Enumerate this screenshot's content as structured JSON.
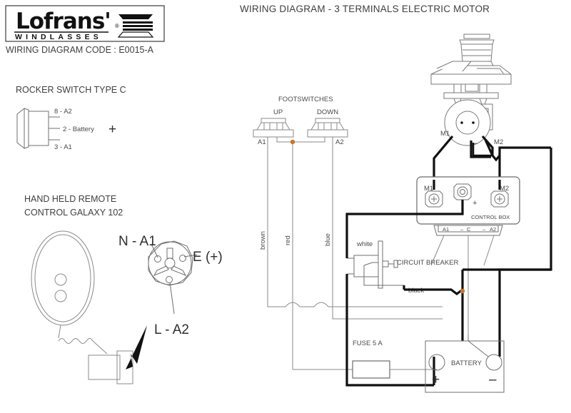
{
  "document": {
    "title": "WIRING DIAGRAM - 3 TERMINALS  ELECTRIC  MOTOR",
    "code_label": "WIRING DIAGRAM CODE : E0015-A"
  },
  "brand": {
    "name": "Lofrans'",
    "subtitle": "WINDLASSES",
    "mark": "®",
    "icon": "windlass-drum-icon"
  },
  "rocker_switch": {
    "heading": "ROCKER SWITCH TYPE C",
    "terminals": [
      {
        "label": "8 - A2"
      },
      {
        "label": "2 - Battery"
      },
      {
        "label": "3 - A1"
      }
    ],
    "plus_sign": "+"
  },
  "remote": {
    "heading_line1": "HAND HELD REMOTE",
    "heading_line2": "CONTROL GALAXY 102",
    "socket_pins": [
      {
        "label": "N - A1"
      },
      {
        "label": "E (+)"
      },
      {
        "label": "L - A2"
      }
    ]
  },
  "footswitches": {
    "heading": "FOOTSWITCHES",
    "up_label": "UP",
    "down_label": "DOWN",
    "terminal_a1": "A1",
    "terminal_a2": "A2"
  },
  "wires": {
    "brown": "brown",
    "red": "red",
    "blue": "blue",
    "white": "white",
    "black": "black"
  },
  "control_box": {
    "label": "CONTROL BOX",
    "terminal_m1": "M1",
    "terminal_m2": "M2",
    "terminal_plus": "+",
    "connector_pins": [
      "A1",
      "C",
      "A2"
    ],
    "connector_dashes": [
      "–",
      "–"
    ]
  },
  "motor": {
    "terminal_m1": "M1",
    "terminal_m2": "M2",
    "minus_sign": "–"
  },
  "circuit_breaker": {
    "label": "CIRCUIT BREAKER"
  },
  "fuse": {
    "label": "FUSE 5 A"
  },
  "battery": {
    "label": "BATTERY",
    "positive": "+",
    "negative": "–"
  },
  "colors": {
    "junction_dot": "#c8762c",
    "power_wire": "#111111",
    "signal_wire": "#8a8a8a",
    "text": "#4a4a4a"
  }
}
